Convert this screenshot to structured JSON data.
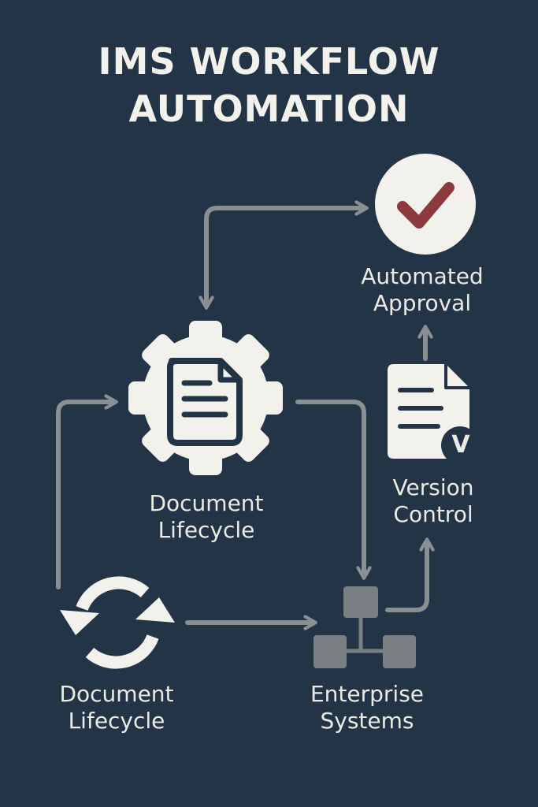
{
  "title": {
    "line1": "IMS WORKFLOW",
    "line2": "AUTOMATION"
  },
  "nodes": {
    "approval": {
      "line1": "Automated",
      "line2": "Approval",
      "icon": "check-circle-icon"
    },
    "document_lifecycle_gear": {
      "line1": "Document",
      "line2": "Lifecycle",
      "icon": "gear-document-icon"
    },
    "version_control": {
      "line1": "Version",
      "line2": "Control",
      "icon": "versioned-document-icon",
      "badge": "V"
    },
    "document_lifecycle_cycle": {
      "line1": "Document",
      "line2": "Lifecycle",
      "icon": "cycle-arrows-icon"
    },
    "enterprise_systems": {
      "line1": "Enterprise",
      "line2": "Systems",
      "icon": "network-nodes-icon"
    }
  },
  "colors": {
    "background": "#243447",
    "icon": "#f3f1ec",
    "arrow": "#8a8f94",
    "check": "#8b3a3e",
    "network_node": "#7a7f84"
  }
}
